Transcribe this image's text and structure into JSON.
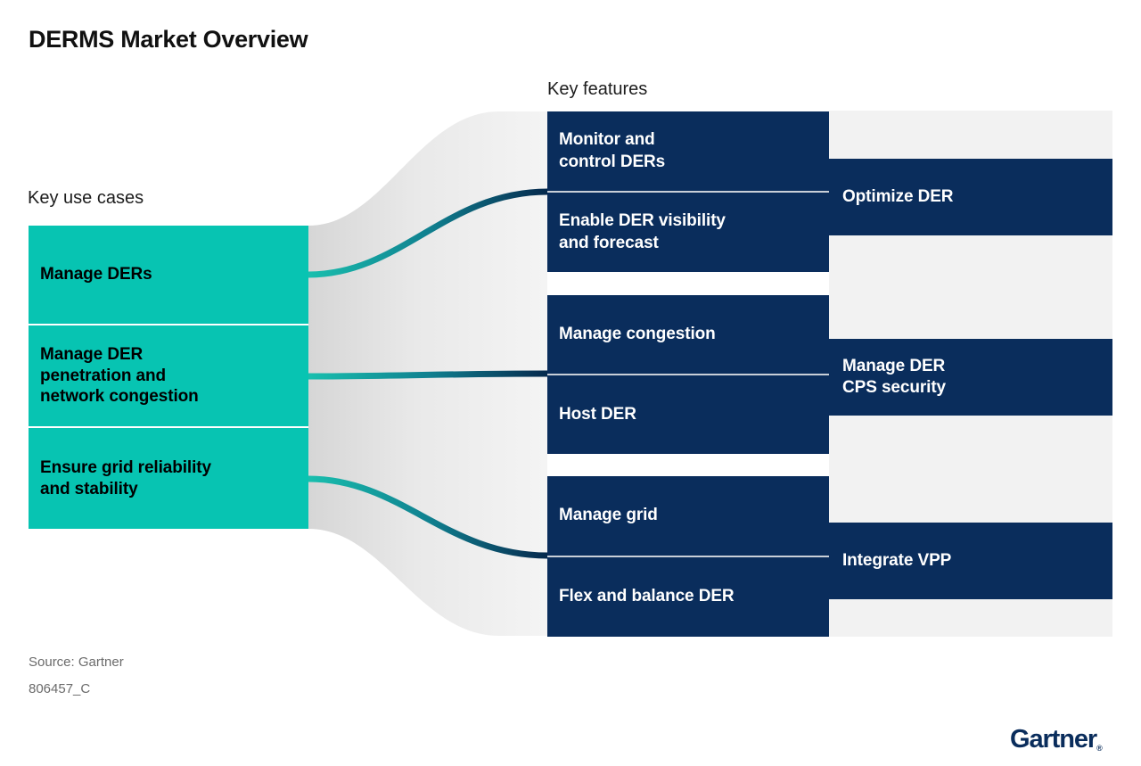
{
  "title": "DERMS Market Overview",
  "headings": {
    "use_cases": "Key use cases",
    "key_features": "Key features"
  },
  "footer": {
    "source": "Source: Gartner",
    "chart_id": "806457_C"
  },
  "logo": {
    "word": "Gartner",
    "registered": "®"
  },
  "colors": {
    "teal": "#07c4b2",
    "navy": "#0a2d5c",
    "panel_gray": "#f2f2f2",
    "ribbon_gray_start": "#d8d8d8",
    "ribbon_gray_end": "#f4f4f4",
    "footer_gray": "#6b6b6b",
    "link_teal": "#14b3a6",
    "link_navy": "#073456"
  },
  "chart_data": {
    "type": "diagram",
    "subtype": "sankey-flow",
    "title": "DERMS Market Overview",
    "columns": [
      {
        "id": "use-cases",
        "label": "Key use cases",
        "nodes": [
          {
            "id": "manage-ders",
            "label": "Manage DERs"
          },
          {
            "id": "manage-der-penetration",
            "label": "Manage DER\npenetration and\nnetwork congestion"
          },
          {
            "id": "ensure-grid-reliability",
            "label": "Ensure grid reliability\nand stability"
          }
        ]
      },
      {
        "id": "key-features",
        "label": "Key features",
        "groups": [
          {
            "id": "group-1",
            "nodes": [
              {
                "id": "monitor-control-ders",
                "label": "Monitor and\ncontrol DERs"
              },
              {
                "id": "enable-der-visibility",
                "label": "Enable DER visibility\nand forecast"
              }
            ]
          },
          {
            "id": "group-2",
            "nodes": [
              {
                "id": "manage-congestion",
                "label": "Manage congestion"
              },
              {
                "id": "host-der",
                "label": "Host DER"
              }
            ]
          },
          {
            "id": "group-3",
            "nodes": [
              {
                "id": "manage-grid",
                "label": "Manage grid"
              },
              {
                "id": "flex-balance-der",
                "label": "Flex and balance DER"
              }
            ]
          }
        ]
      },
      {
        "id": "outcomes",
        "label": "",
        "nodes": [
          {
            "id": "optimize-der",
            "label": "Optimize DER"
          },
          {
            "id": "manage-der-cps-security",
            "label": "Manage DER\nCPS security"
          },
          {
            "id": "integrate-vpp",
            "label": "Integrate VPP"
          }
        ]
      }
    ],
    "links": [
      {
        "from": "manage-ders",
        "to": "group-1"
      },
      {
        "from": "manage-der-penetration",
        "to": "group-2"
      },
      {
        "from": "ensure-grid-reliability",
        "to": "group-3"
      }
    ]
  }
}
